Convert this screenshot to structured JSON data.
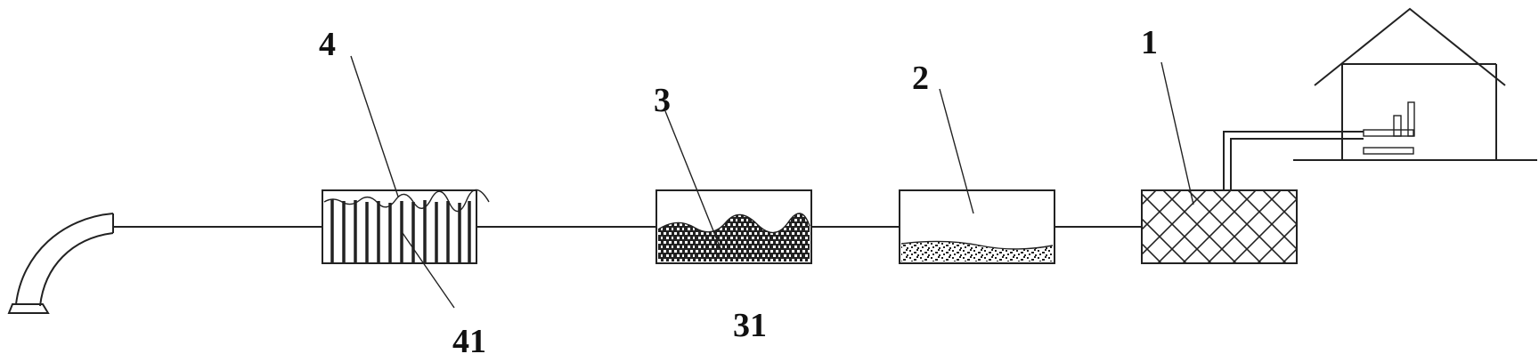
{
  "labels": {
    "l1": "1",
    "l2": "2",
    "l3": "3",
    "l31": "31",
    "l4": "4",
    "l41": "41"
  },
  "colors": {
    "ink": "#222222",
    "background": "#ffffff"
  }
}
